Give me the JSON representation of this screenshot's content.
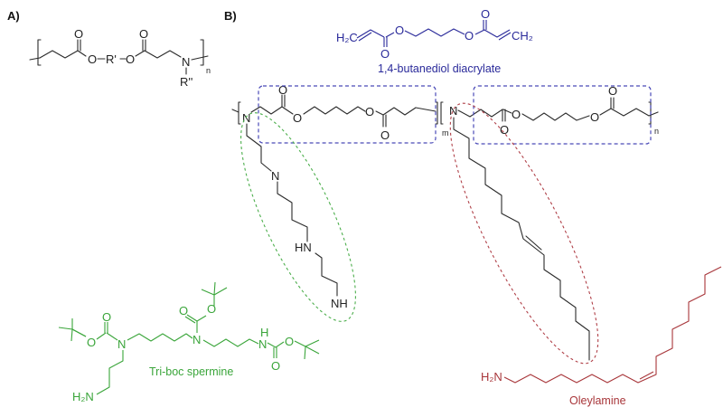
{
  "panels": {
    "a_label": "A)",
    "b_label": "B)"
  },
  "general_structure": {
    "o_top_1": "O",
    "o_top_2": "O",
    "ester_chain": "O–R'–O",
    "o_left": "O",
    "r_prime": "R'",
    "o_right": "O",
    "nitrogen": "N",
    "r_double_prime": "R''",
    "repeat_subscript": "n"
  },
  "diacrylate": {
    "h2c_left": "H₂C",
    "h2c_right": "CH₂",
    "oxygen": "O",
    "caption": "1,4-butanediol diacrylate",
    "color": "#2a2a9a"
  },
  "polymer": {
    "nitrogen": "N",
    "oxygen": "O",
    "subscript_m": "m",
    "subscript_n": "n",
    "spermine_n": "N",
    "spermine_hn": "HN",
    "spermine_nh": "NH"
  },
  "triboc_spermine": {
    "caption": "Tri-boc spermine",
    "nitrogen": "N",
    "oxygen": "O",
    "nh_h": "H",
    "amine": "H₂N",
    "color": "#3aa53a"
  },
  "oleylamine": {
    "caption": "Oleylamine",
    "amine": "H₂N",
    "color": "#a8363a"
  },
  "highlight_colors": {
    "diacrylate_box": "#4a4ab8",
    "spermine_ellipse": "#4cae4c",
    "oleyl_ellipse": "#b04048"
  }
}
